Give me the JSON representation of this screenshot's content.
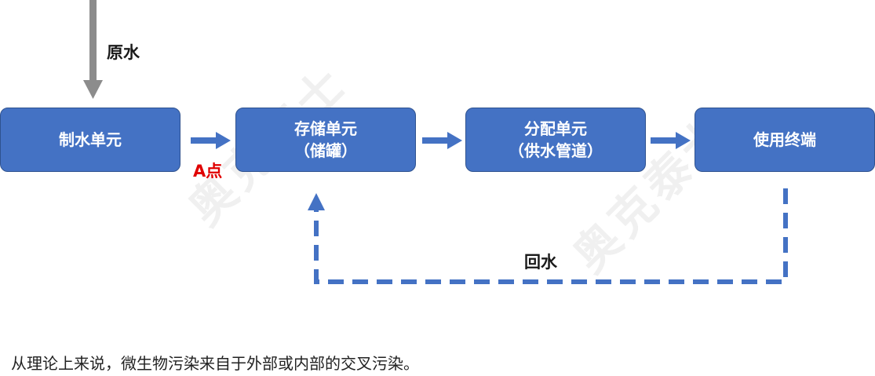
{
  "nodes": {
    "production": {
      "line1": "制水单元"
    },
    "storage": {
      "line1": "存储单元",
      "line2": "（储罐）"
    },
    "distribution": {
      "line1": "分配单元",
      "line2": "（供水管道）"
    },
    "terminal": {
      "line1": "使用终端"
    }
  },
  "labels": {
    "raw_water": "原水",
    "point_a": "A点",
    "return_water": "回水"
  },
  "caption": "从理论上来说，微生物污染来自于外部或内部的交叉污染。",
  "watermark": "奥克泰士",
  "colors": {
    "box_fill": "#4472c4",
    "arrow_blue": "#4472c4",
    "arrow_gray": "#8c8c8c",
    "point_a_red": "#e00000"
  }
}
